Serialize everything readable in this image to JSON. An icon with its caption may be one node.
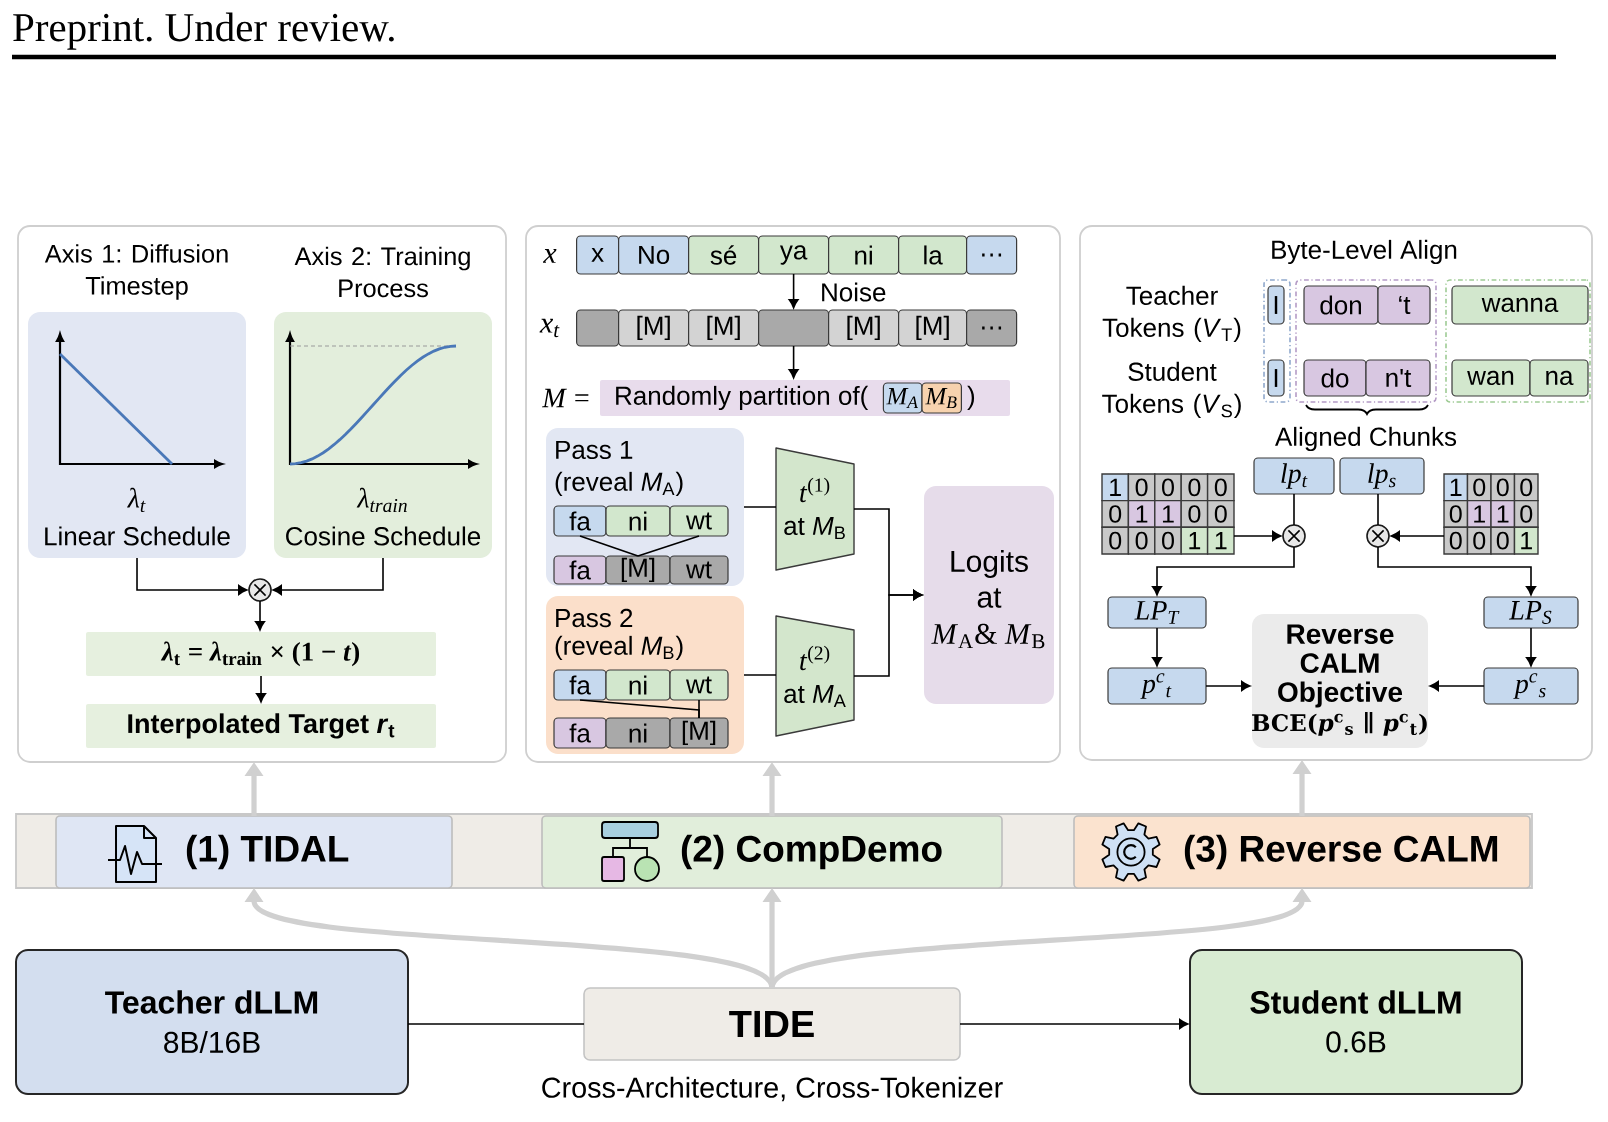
{
  "diagram": {
    "nodes": [
      {
        "text": [],
        "shape": "box"
      },
      {
        "text": [
          "Axis 1: Diffusion Timestep",
          "λ$_{t}$",
          "Linear Schedule"
        ],
        "in": 0
      },
      {
        "text": [
          "Axis 2: Training Process",
          "λ$_{train}$",
          "Cosine Schedule"
        ],
        "in": 0
      },
      {
        "text": [],
        "shape": "circle",
        "in": 0
      },
      {
        "text": [
          "*λ*$_{t}$ = *λ*$_{train}$ × (1 − *t*)"
        ],
        "in": 0
      },
      {
        "text": [
          "Interpolated Target *r*$_{t}$"
        ],
        "in": 0
      },
      {
        "text": [],
        "shape": "box"
      },
      {
        "text": [
          "x"
        ],
        "in": 6
      },
      {
        "text": [
          "No"
        ],
        "in": 6
      },
      {
        "text": [
          "sé"
        ],
        "in": 6
      },
      {
        "text": [
          "ya"
        ],
        "in": 6
      },
      {
        "text": [
          "ni"
        ],
        "in": 6
      },
      {
        "text": [
          "la"
        ],
        "in": 6
      },
      {
        "text": [
          "…"
        ],
        "in": 6
      },
      {
        "text": [],
        "shape": "box",
        "in": 6
      },
      {
        "text": [
          "[M]"
        ],
        "in": 6
      },
      {
        "text": [
          "[M]"
        ],
        "in": 6
      },
      {
        "text": [],
        "shape": "box",
        "in": 6
      },
      {
        "text": [
          "[M]"
        ],
        "in": 6
      },
      {
        "text": [
          "[M]"
        ],
        "in": 6
      },
      {
        "text": [
          "…"
        ],
        "in": 6
      },
      {
        "text": [
          "Randomly partition of(",
          ")"
        ],
        "beside": [
          "*M* ="
        ],
        "in": 6
      },
      {
        "text": [
          "M$_{A}$"
        ],
        "in": 21
      },
      {
        "text": [
          "M$_{B}$"
        ],
        "in": 21
      },
      {
        "text": [
          "Pass 1",
          "(reveal *M*$_{A}$)"
        ],
        "in": 6
      },
      {
        "text": [
          "fa"
        ],
        "in": 24
      },
      {
        "text": [
          "ni"
        ],
        "in": 24
      },
      {
        "text": [
          "wt"
        ],
        "in": 24
      },
      {
        "text": [
          "fa"
        ],
        "in": 24
      },
      {
        "text": [
          "[M]"
        ],
        "in": 24
      },
      {
        "text": [
          "wt"
        ],
        "in": 24
      },
      {
        "text": [
          "Pass 2",
          "(reveal *M*$_{B}$)"
        ],
        "in": 6
      },
      {
        "text": [
          "fa"
        ],
        "in": 31
      },
      {
        "text": [
          "ni"
        ],
        "in": 31
      },
      {
        "text": [
          "wt"
        ],
        "in": 31
      },
      {
        "text": [
          "fa"
        ],
        "in": 31
      },
      {
        "text": [
          "ni"
        ],
        "in": 31
      },
      {
        "text": [
          "[M]"
        ],
        "in": 31
      },
      {
        "text": [
          "*t*$^{(1)}$",
          "at *M*$_{B}$"
        ],
        "in": 6
      },
      {
        "text": [
          "*t*$^{(2)}$",
          "at *M*$_{A}$"
        ],
        "in": 6
      },
      {
        "text": [
          "Logits",
          "at",
          "*M*$_{A}$& *M*$_{B}$"
        ],
        "in": 6
      },
      {
        "text": [],
        "shape": "box"
      },
      {
        "text": [],
        "shape": "box",
        "in": 41
      },
      {
        "text": [],
        "shape": "box",
        "in": 41
      },
      {
        "text": [],
        "shape": "box",
        "in": 41
      },
      {
        "text": [
          "I"
        ],
        "in": 42
      },
      {
        "text": [
          "don"
        ],
        "in": 43
      },
      {
        "text": [
          "‘t"
        ],
        "in": 43
      },
      {
        "text": [
          "wanna"
        ],
        "in": 44
      },
      {
        "text": [
          "I"
        ],
        "in": 42
      },
      {
        "text": [
          "do"
        ],
        "in": 43
      },
      {
        "text": [
          "n't"
        ],
        "in": 43
      },
      {
        "text": [
          "wan"
        ],
        "in": 44
      },
      {
        "text": [
          "na"
        ],
        "in": 44
      },
      {
        "text": [
          "lp$_{t}$"
        ],
        "in": 41
      },
      {
        "text": [
          "lp$_{s}$"
        ],
        "in": 41
      },
      {
        "text": [
          "1",
          "0",
          "0",
          "0",
          "0",
          "0",
          "1",
          "1",
          "0",
          "0",
          "0",
          "0",
          "0",
          "1",
          "1"
        ],
        "in": 41
      },
      {
        "text": [
          "1",
          "0",
          "0",
          "0",
          "0",
          "1",
          "1",
          "0",
          "0",
          "0",
          "0",
          "1"
        ],
        "in": 41
      },
      {
        "text": [],
        "shape": "circle",
        "in": 41
      },
      {
        "text": [],
        "shape": "circle",
        "in": 41
      },
      {
        "text": [
          "LP$_{T}$"
        ],
        "in": 41
      },
      {
        "text": [
          "LP$_{S}$"
        ],
        "in": 41
      },
      {
        "text": [
          "Reverse CALM Objective",
          "BCE(*p*$^{c}$$_{s}$ ∥ *p*$^{c}$$_{t}$)"
        ],
        "in": 41
      },
      {
        "text": [
          "p$^{c}$$_{t}$"
        ],
        "in": 41
      },
      {
        "text": [
          "p$^{c}$$_{s}$"
        ],
        "in": 41
      },
      {
        "text": [],
        "shape": "bar"
      },
      {
        "text": [
          "(1) TIDAL"
        ],
        "in": 65
      },
      {
        "text": [
          "(2) CompDemo"
        ],
        "in": 65
      },
      {
        "text": [
          "(3) Reverse CALM"
        ],
        "in": 65
      },
      {
        "text": [
          "Teacher dLLM",
          "8B/16B"
        ]
      },
      {
        "text": [
          "TIDE"
        ],
        "beside": [
          "Cross-Architecture, Cross-Tokenizer"
        ]
      },
      {
        "text": [
          "Student dLLM",
          "0.6B"
        ]
      }
    ],
    "edges": [
      {
        "from": 1,
        "to": 3,
        "arrow": "to"
      },
      {
        "from": 2,
        "to": 3,
        "arrow": "to"
      },
      {
        "from": 3,
        "to": 4,
        "arrow": "to"
      },
      {
        "from": 4,
        "to": 5,
        "arrow": "to"
      },
      {
        "from": 10,
        "to": 17,
        "arrow": "to",
        "label": "Noise"
      },
      {
        "from": 17,
        "to": 21,
        "arrow": "to"
      },
      {
        "from": 25,
        "to": 29,
        "arrow": "none"
      },
      {
        "from": 27,
        "to": 29,
        "arrow": "none"
      },
      {
        "from": 32,
        "to": 37,
        "arrow": "none"
      },
      {
        "from": 34,
        "to": 37,
        "arrow": "none"
      },
      {
        "from": 24,
        "to": 38,
        "arrow": "none"
      },
      {
        "from": 31,
        "to": 39,
        "arrow": "none"
      },
      {
        "from": 38,
        "to": 40,
        "arrow": "to"
      },
      {
        "from": 39,
        "to": 40,
        "arrow": "to"
      },
      {
        "from": 56,
        "to": 58,
        "arrow": "to"
      },
      {
        "from": 54,
        "to": 58,
        "arrow": "none"
      },
      {
        "from": 57,
        "to": 59,
        "arrow": "to"
      },
      {
        "from": 55,
        "to": 59,
        "arrow": "none"
      },
      {
        "from": 58,
        "to": 60,
        "arrow": "to"
      },
      {
        "from": 59,
        "to": 61,
        "arrow": "to"
      },
      {
        "from": 60,
        "to": 63,
        "arrow": "to"
      },
      {
        "from": 61,
        "to": 64,
        "arrow": "to"
      },
      {
        "from": 63,
        "to": 62,
        "arrow": "to"
      },
      {
        "from": 64,
        "to": 62,
        "arrow": "to"
      },
      {
        "from": 66,
        "to": 0,
        "arrow": "to",
        "style": "thick",
        "color": "#d0d0d0"
      },
      {
        "from": 67,
        "to": 6,
        "arrow": "to",
        "style": "thick",
        "color": "#d0d0d0"
      },
      {
        "from": 68,
        "to": 41,
        "arrow": "to",
        "style": "thick",
        "color": "#d0d0d0"
      },
      {
        "from": 70,
        "to": 66,
        "arrow": "to",
        "style": "thick",
        "color": "#d0d0d0"
      },
      {
        "from": 70,
        "to": 67,
        "arrow": "to",
        "style": "thick",
        "color": "#d0d0d0"
      },
      {
        "from": 70,
        "to": 68,
        "arrow": "to",
        "style": "thick",
        "color": "#d0d0d0"
      },
      {
        "from": 69,
        "to": 70,
        "arrow": "none"
      },
      {
        "from": 70,
        "to": 71,
        "arrow": "to"
      }
    ],
    "labels": [
      "Preprint. Under review.",
      "x",
      "x$_{t}$",
      "Byte-Level Align",
      "Teacher Tokens (*V*$_{T}$)",
      "Student Tokens (*V*$_{S}$)",
      "Aligned Chunks"
    ]
  }
}
